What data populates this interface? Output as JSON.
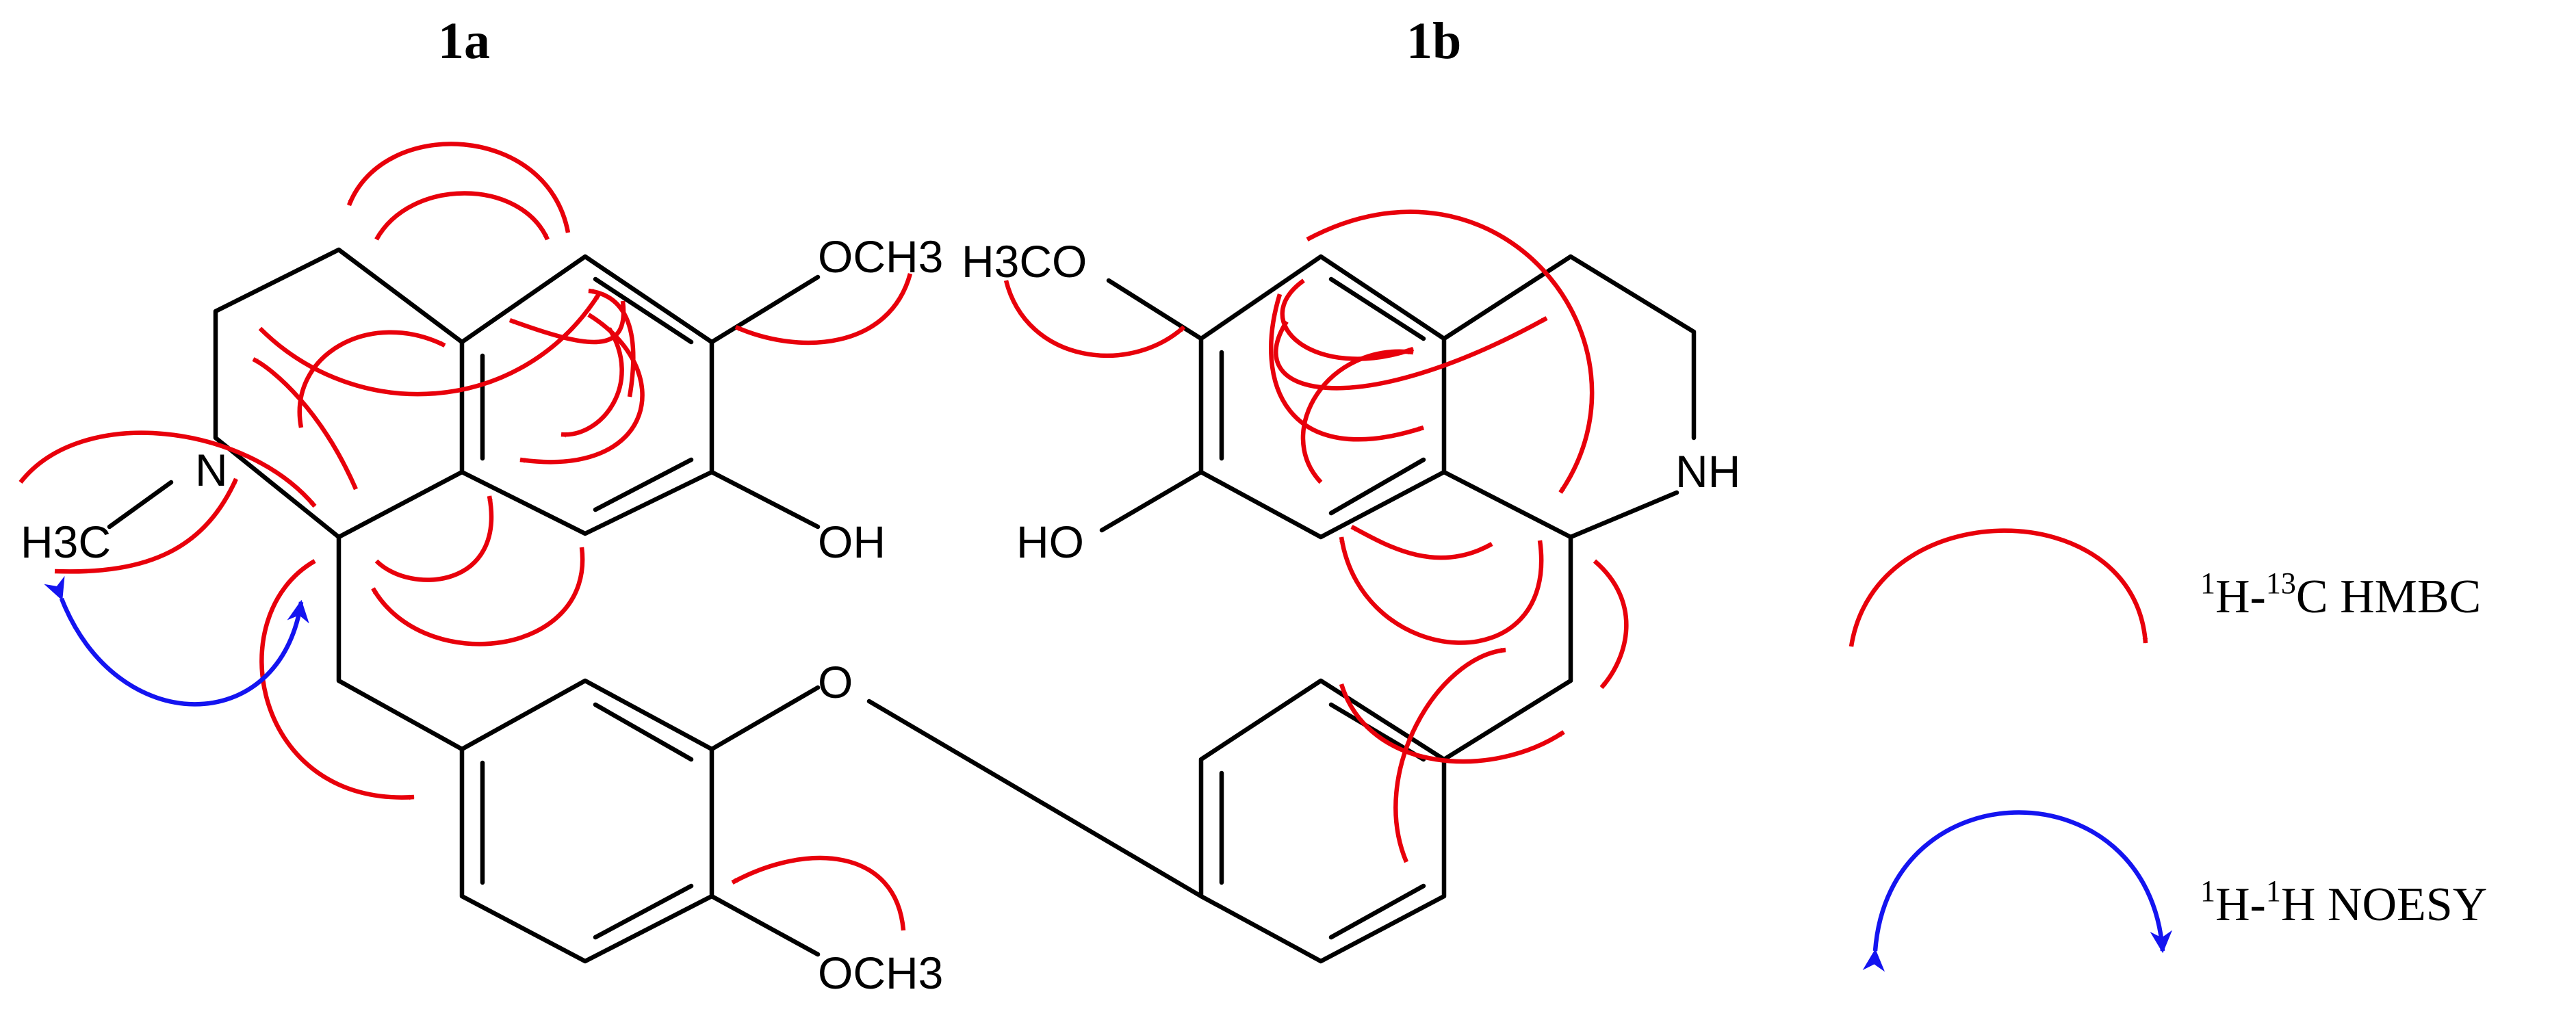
{
  "compound_labels": {
    "left": "1a",
    "right": "1b"
  },
  "atom_labels": {
    "a_och3_top": "OCH3",
    "a_oh": "OH",
    "a_n": "N",
    "a_h3c": "H3C",
    "a_o_bridge": "O",
    "a_och3_bottom": "OCH3",
    "b_h3co": "H3CO",
    "b_ho": "HO",
    "b_nh": "NH"
  },
  "legend": {
    "hmbc": {
      "iso1": "1",
      "atom1": "H-",
      "iso2": "13",
      "atom2": "C HMBC",
      "color": "#e8000b"
    },
    "noesy": {
      "iso1": "1",
      "atom1": "H-",
      "iso2": "1",
      "atom2": "H NOESY",
      "color": "#1414f0"
    }
  }
}
